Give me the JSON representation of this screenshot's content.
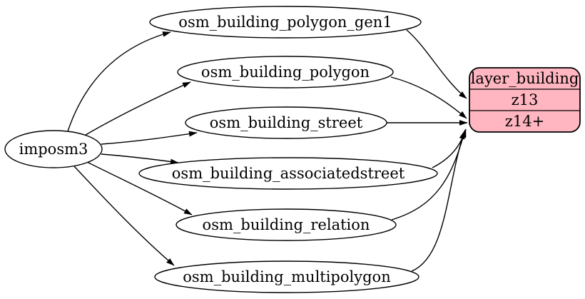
{
  "diagram": {
    "source_node": {
      "label": "imposm3"
    },
    "table_nodes": [
      {
        "label": "osm_building_polygon_gen1"
      },
      {
        "label": "osm_building_polygon"
      },
      {
        "label": "osm_building_street"
      },
      {
        "label": "osm_building_associatedstreet"
      },
      {
        "label": "osm_building_relation"
      },
      {
        "label": "osm_building_multipolygon"
      }
    ],
    "layer_node": {
      "title": "layer_building",
      "rows": [
        {
          "label": "z13"
        },
        {
          "label": "z14+"
        }
      ]
    },
    "edges": {
      "from_source": [
        {
          "from": "imposm3",
          "to": "osm_building_polygon_gen1"
        },
        {
          "from": "imposm3",
          "to": "osm_building_polygon"
        },
        {
          "from": "imposm3",
          "to": "osm_building_street"
        },
        {
          "from": "imposm3",
          "to": "osm_building_associatedstreet"
        },
        {
          "from": "imposm3",
          "to": "osm_building_relation"
        },
        {
          "from": "imposm3",
          "to": "osm_building_multipolygon"
        }
      ],
      "to_layer": [
        {
          "from": "osm_building_polygon_gen1",
          "to": "z13"
        },
        {
          "from": "osm_building_polygon",
          "to": "z14+"
        },
        {
          "from": "osm_building_street",
          "to": "z14+"
        },
        {
          "from": "osm_building_associatedstreet",
          "to": "z14+"
        },
        {
          "from": "osm_building_relation",
          "to": "z14+"
        },
        {
          "from": "osm_building_multipolygon",
          "to": "z14+"
        }
      ]
    }
  },
  "colors": {
    "background": "#ffffff",
    "node_fill": "#ffffff",
    "layer_fill": "#ffb6c1",
    "stroke": "#000000"
  }
}
